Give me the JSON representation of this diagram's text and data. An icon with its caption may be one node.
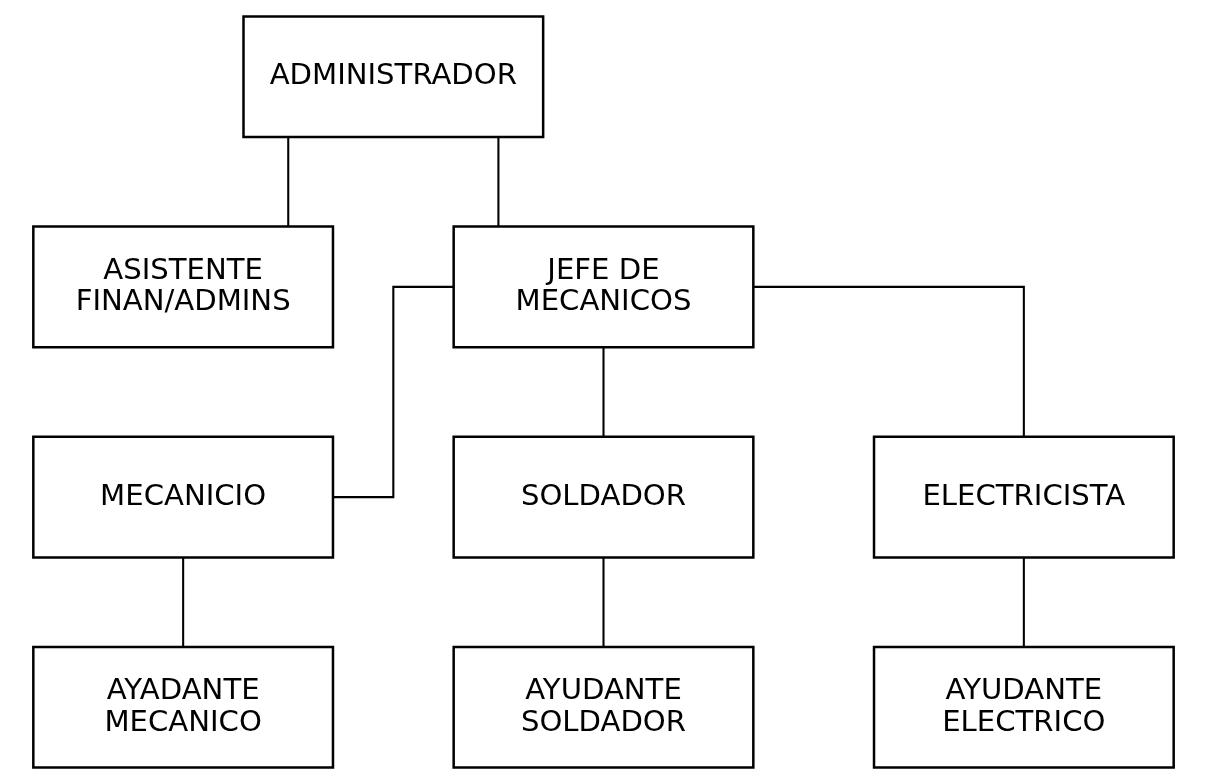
{
  "diagram": {
    "nodes": [
      {
        "text": [
          "ADMINISTRADOR"
        ]
      },
      {
        "text": [
          "ASISTENTE FINAN/ADMINS"
        ]
      },
      {
        "text": [
          "JEFE DE MECANICOS"
        ]
      },
      {
        "text": [
          "MECANICIO"
        ]
      },
      {
        "text": [
          "SOLDADOR"
        ]
      },
      {
        "text": [
          "ELECTRICISTA"
        ]
      },
      {
        "text": [
          "AYADANTE MECANICO"
        ]
      },
      {
        "text": [
          "AYUDANTE SOLDADOR"
        ]
      },
      {
        "text": [
          "AYUDANTE ELECTRICO"
        ]
      }
    ],
    "edges": [
      {
        "from": 0,
        "to": 2,
        "arrow": "none"
      },
      {
        "from": 0,
        "to": 1,
        "arrow": "none"
      },
      {
        "from": 2,
        "to": 3,
        "arrow": "none"
      },
      {
        "from": 2,
        "to": 4,
        "arrow": "none"
      },
      {
        "from": 2,
        "to": 5,
        "arrow": "none"
      },
      {
        "from": 3,
        "to": 6,
        "arrow": "none"
      },
      {
        "from": 4,
        "to": 7,
        "arrow": "none"
      },
      {
        "from": 5,
        "to": 8,
        "arrow": "none"
      }
    ]
  }
}
